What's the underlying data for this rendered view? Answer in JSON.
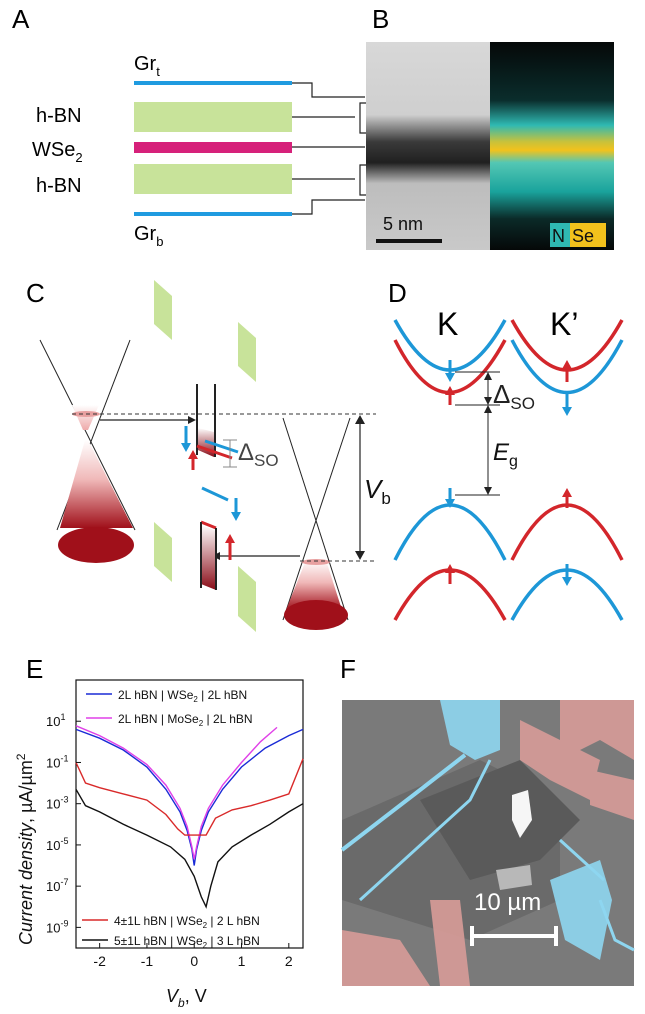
{
  "panels": {
    "A": {
      "label": "A",
      "layers": [
        "Gr",
        "h-BN",
        "WSe",
        "h-BN",
        "Gr"
      ],
      "gr_top_sub": "t",
      "gr_bottom_sub": "b",
      "wse_sub": "2"
    },
    "B": {
      "label": "B",
      "scale_bar": "5 nm",
      "legend_n": "N",
      "legend_se": "Se"
    },
    "C": {
      "label": "C",
      "delta_symbol": "Δ",
      "delta_sub": "SO",
      "vb_symbol": "V",
      "vb_sub": "b"
    },
    "D": {
      "label": "D",
      "valley_k": "K",
      "valley_kprime": "K’",
      "delta_symbol": "Δ",
      "delta_sub": "SO",
      "eg_symbol": "E",
      "eg_sub": "g"
    },
    "E": {
      "label": "E",
      "ylabel_main": "Current density",
      "ylabel_unit": ", µA/µm",
      "ylabel_exp": "2",
      "xlabel_symbol": "V",
      "xlabel_sub": "b",
      "xlabel_unit": ", V",
      "xticks": [
        "-2",
        "-1",
        "0",
        "1",
        "2"
      ],
      "yticks": [
        {
          "base": "10",
          "exp": "1"
        },
        {
          "base": "10",
          "exp": "-1"
        },
        {
          "base": "10",
          "exp": "-3"
        },
        {
          "base": "10",
          "exp": "-5"
        },
        {
          "base": "10",
          "exp": "-7"
        },
        {
          "base": "10",
          "exp": "-9"
        }
      ],
      "legend": [
        {
          "parts": [
            "2L hBN | WSe",
            "2",
            " | 2L hBN"
          ],
          "color": "#1a2bd6"
        },
        {
          "parts": [
            "2L hBN | MoSe",
            "2",
            " | 2L hBN"
          ],
          "color": "#e040e8"
        },
        {
          "parts": [
            "4±1L hBN | WSe",
            "2",
            " | 2 L hBN"
          ],
          "color": "#d92a2a"
        },
        {
          "parts": [
            "5±1L hBN | WSe",
            "2",
            " | 3 L hBN"
          ],
          "color": "#111111"
        }
      ]
    },
    "F": {
      "label": "F",
      "scale_bar": "10 µm"
    }
  },
  "colors": {
    "graphene": "#1f9be0",
    "hbn": "#c8e39a",
    "wse2": "#d6217a",
    "band_red": "#d3262b",
    "band_blue": "#1d97d7"
  },
  "chart_data": {
    "type": "line",
    "xlabel": "V_b, V",
    "ylabel": "Current density, µA/µm^2",
    "xlim": [
      -2.5,
      2.3
    ],
    "ylim": [
      1e-10,
      1000.0
    ],
    "yscale": "log",
    "legend_position": "top-left and bottom-left",
    "series": [
      {
        "name": "2L hBN | WSe2 | 2L hBN",
        "color": "#1a2bd6",
        "x": [
          -2.5,
          -2.0,
          -1.5,
          -1.0,
          -0.6,
          -0.3,
          -0.15,
          -0.05,
          0.0,
          0.05,
          0.15,
          0.3,
          0.6,
          1.0,
          1.5,
          2.0,
          2.3
        ],
        "y": [
          4.0,
          1.5,
          0.4,
          0.06,
          0.005,
          0.0004,
          5e-05,
          6e-06,
          1e-06,
          6e-06,
          5e-05,
          0.0004,
          0.005,
          0.06,
          0.5,
          2.0,
          4.0
        ]
      },
      {
        "name": "2L hBN | MoSe2 | 2L hBN",
        "color": "#e040e8",
        "x": [
          -2.5,
          -2.0,
          -1.5,
          -1.0,
          -0.6,
          -0.3,
          -0.15,
          -0.05,
          0.0,
          0.05,
          0.15,
          0.3,
          0.6,
          1.0,
          1.4,
          1.75
        ],
        "y": [
          6.0,
          2.0,
          0.5,
          0.08,
          0.008,
          0.0006,
          8e-05,
          8e-06,
          2e-06,
          8e-06,
          8e-05,
          0.0006,
          0.008,
          0.1,
          1.0,
          5.0
        ]
      },
      {
        "name": "4±1L hBN | WSe2 | 2 L hBN",
        "color": "#d92a2a",
        "x": [
          -2.5,
          -2.3,
          -2.0,
          -1.5,
          -1.0,
          -0.6,
          -0.35,
          -0.2,
          -0.1,
          0.25,
          0.45,
          0.8,
          1.2,
          1.6,
          2.0,
          2.3
        ],
        "y": [
          0.1,
          0.01,
          0.006,
          0.003,
          0.0015,
          0.0003,
          6e-05,
          3e-05,
          3e-05,
          3e-05,
          0.0002,
          0.0005,
          0.0008,
          0.0015,
          0.003,
          0.15
        ]
      },
      {
        "name": "5±1L hBN | WSe2 | 3 L hBN",
        "color": "#111111",
        "x": [
          -2.5,
          -2.3,
          -2.0,
          -1.5,
          -1.0,
          -0.5,
          -0.2,
          0.0,
          0.15,
          0.25,
          0.35,
          0.5,
          0.8,
          1.2,
          1.6,
          2.0,
          2.3
        ],
        "y": [
          0.005,
          0.0008,
          0.0004,
          0.0001,
          3e-05,
          8e-06,
          2e-06,
          3e-07,
          3e-08,
          1e-08,
          1e-07,
          1.5e-06,
          8e-06,
          3e-05,
          0.0001,
          0.0004,
          0.001
        ]
      }
    ]
  }
}
